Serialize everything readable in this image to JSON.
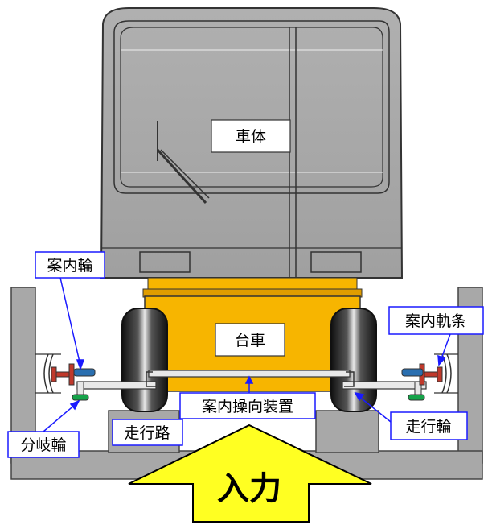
{
  "labels": {
    "body": "車体",
    "bogie": "台車",
    "guide_wheel": "案内輪",
    "guide_rail": "案内軌条",
    "steering": "案内操向装置",
    "running_wheel": "走行輪",
    "running_path": "走行路",
    "branch_wheel": "分岐輪",
    "input": "入力"
  },
  "colors": {
    "bus_body": "#a8a8a8",
    "bogie": "#f7b500",
    "ground": "#a8a8a8",
    "label_border": "#1a1aff",
    "arrow_fill": "#ffff22",
    "guide_wheel": "#2a6fb0",
    "branch_wheel": "#16a34a",
    "rail_mount": "#c0392b"
  }
}
